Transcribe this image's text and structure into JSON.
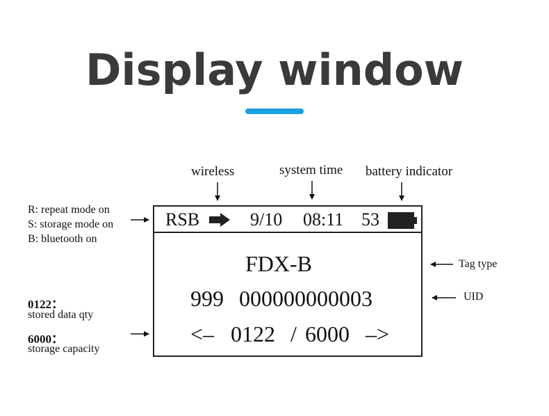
{
  "title": "Display window",
  "accent_color": "#1aa0e0",
  "top_labels": {
    "wireless": "wireless",
    "system_time": "system time",
    "battery": "battery indicator"
  },
  "mode_legend": [
    "R: repeat mode on",
    "S: storage mode on",
    "B: bluetooth on"
  ],
  "stored": {
    "value": "0122：",
    "desc": "stored data qty"
  },
  "capacity": {
    "value": "6000：",
    "desc": "storage capacity"
  },
  "right_labels": {
    "tag_type": "Tag type",
    "uid": "UID"
  },
  "screen": {
    "mode": "RSB",
    "wireless_icon": "right-arrow-icon",
    "date": "9/10",
    "time": "08:11",
    "battery_level": "53",
    "battery_icon": "battery-icon",
    "tag_type": "FDX-B",
    "uid_country": "999",
    "uid_number": "000000000003",
    "nav_left": "<–",
    "count": "0122",
    "separator": "/",
    "capacity": "6000",
    "nav_right": "–>"
  }
}
